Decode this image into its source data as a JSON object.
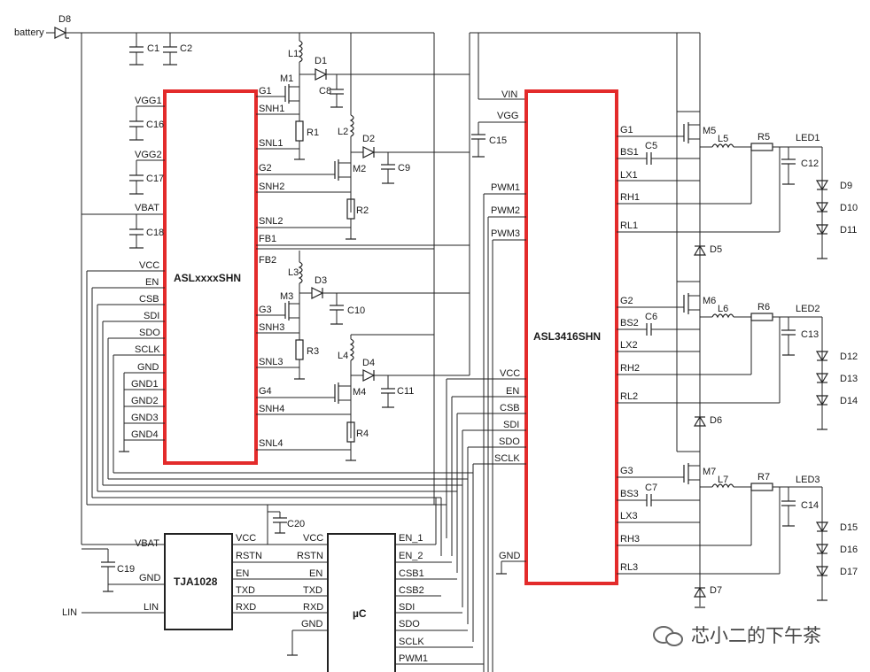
{
  "left_chip": {
    "name": "ASLxxxxSHN",
    "left_pins": [
      "VGG1",
      "VGG2",
      "VBAT",
      "VCC",
      "EN",
      "CSB",
      "SDI",
      "SDO",
      "SCLK",
      "GND",
      "GND1",
      "GND2",
      "GND3",
      "GND4"
    ],
    "right_pins": [
      "G1",
      "SNH1",
      "SNL1",
      "G2",
      "SNH2",
      "SNL2",
      "FB1",
      "FB2",
      "G3",
      "SNH3",
      "SNL3",
      "G4",
      "SNH4",
      "SNL4"
    ]
  },
  "right_chip": {
    "name": "ASL3416SHN",
    "left_pins": [
      "VIN",
      "VGG",
      "PWM1",
      "PWM2",
      "PWM3",
      "VCC",
      "EN",
      "CSB",
      "SDI",
      "SDO",
      "SCLK",
      "GND"
    ],
    "right_pins": [
      "G1",
      "BS1",
      "LX1",
      "RH1",
      "RL1",
      "G2",
      "BS2",
      "LX2",
      "RH2",
      "RL2",
      "G3",
      "BS3",
      "LX3",
      "RH3",
      "RL3"
    ]
  },
  "transceiver": {
    "name": "TJA1028",
    "left_pins": [
      "VBAT",
      "GND",
      "LIN"
    ],
    "right_pins": [
      "VCC",
      "RSTN",
      "EN",
      "TXD",
      "RXD"
    ]
  },
  "mcu": {
    "name": "µC",
    "left_pins": [
      "VCC",
      "RSTN",
      "EN",
      "TXD",
      "RXD",
      "GND"
    ],
    "right_pins": [
      "EN_1",
      "EN_2",
      "CSB1",
      "CSB2",
      "SDI",
      "SDO",
      "SCLK",
      "PWM1"
    ]
  },
  "nets": {
    "battery": "battery",
    "lin": "LIN"
  },
  "components": {
    "capacitors": [
      "C1",
      "C2",
      "C8",
      "C9",
      "C10",
      "C11",
      "C15",
      "C16",
      "C17",
      "C18",
      "C19",
      "C20",
      "C5",
      "C6",
      "C7",
      "C12",
      "C13",
      "C14"
    ],
    "inductors": [
      "L1",
      "L2",
      "L3",
      "L4",
      "L5",
      "L6",
      "L7"
    ],
    "resistors": [
      "R1",
      "R2",
      "R3",
      "R4",
      "R5",
      "R6",
      "R7"
    ],
    "diodes": [
      "D8",
      "D1",
      "D2",
      "D3",
      "D4",
      "D5",
      "D6",
      "D7"
    ],
    "mosfets": [
      "M1",
      "M2",
      "M3",
      "M4",
      "M5",
      "M6",
      "M7"
    ],
    "leds": [
      "D9",
      "D10",
      "D11",
      "D12",
      "D13",
      "D14",
      "D15",
      "D16",
      "D17"
    ],
    "led_strings": [
      "LED1",
      "LED2",
      "LED3"
    ]
  },
  "watermark": "芯小二的下午茶",
  "colors": {
    "highlight": "#e32b2b",
    "wire": "#222222"
  }
}
